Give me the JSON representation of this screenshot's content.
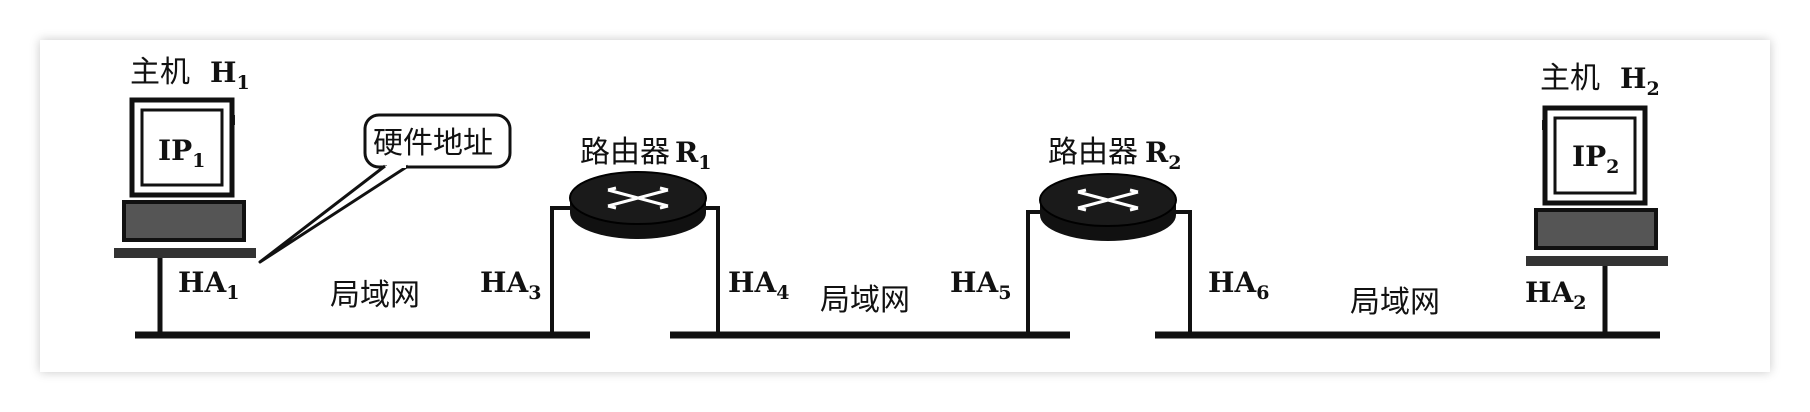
{
  "hosts": [
    {
      "title": "主机",
      "name": "H",
      "sub": "1",
      "ip_main": "IP",
      "ip_sub": "1",
      "hw_main": "HA",
      "hw_sub": "1"
    },
    {
      "title": "主机",
      "name": "H",
      "sub": "2",
      "ip_main": "IP",
      "ip_sub": "2",
      "hw_main": "HA",
      "hw_sub": "2"
    }
  ],
  "routers": [
    {
      "title": "路由器",
      "name": "R",
      "sub": "1",
      "left_port": {
        "main": "HA",
        "sub": "3"
      },
      "right_port": {
        "main": "HA",
        "sub": "4"
      }
    },
    {
      "title": "路由器",
      "name": "R",
      "sub": "2",
      "left_port": {
        "main": "HA",
        "sub": "5"
      },
      "right_port": {
        "main": "HA",
        "sub": "6"
      }
    }
  ],
  "lans": [
    "局域网",
    "局域网",
    "局域网"
  ],
  "callout": "硬件地址",
  "colors": {
    "ink": "#111111",
    "card": "#ffffff"
  }
}
